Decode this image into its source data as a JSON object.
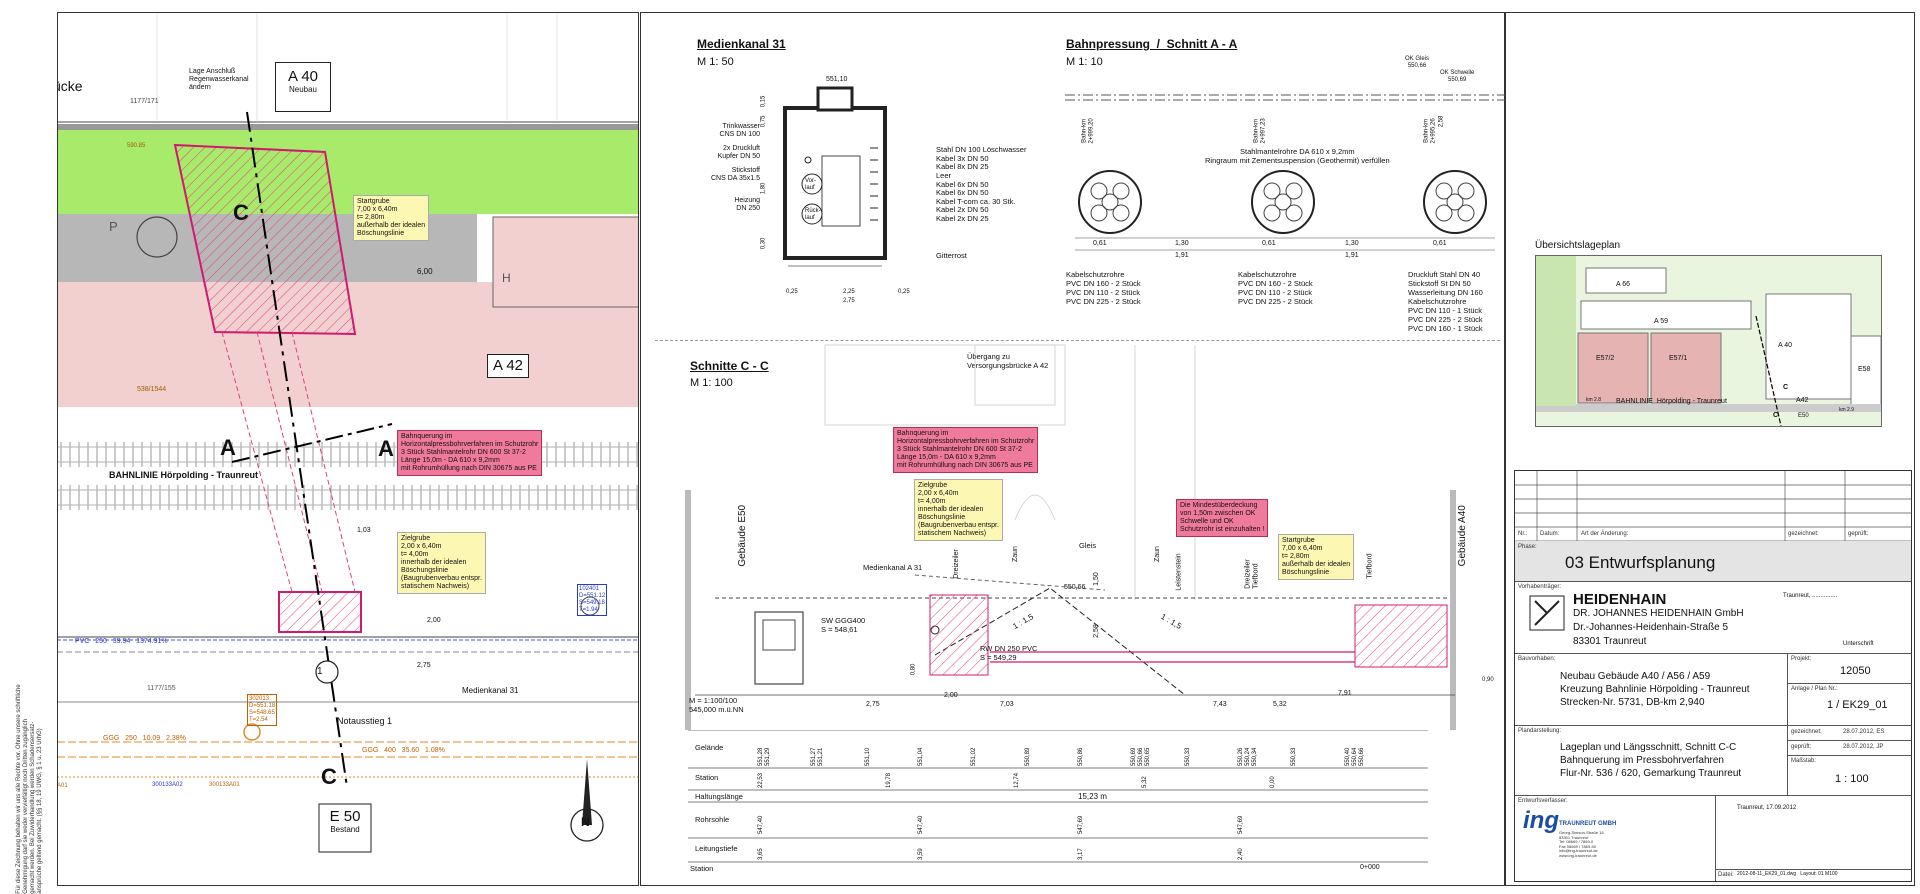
{
  "site_plan": {
    "labels": {
      "bruecke": "ücke",
      "lage": "Lage Anschluß\nRegenwasserkanal\nändern",
      "a40": "A 40",
      "neubau": "Neubau",
      "a42": "A 42",
      "e50": "E 50",
      "bestand": "Bestand",
      "bahnlinie": "BAHNLINIE Hörpolding - Traunreut",
      "notausstieg": "Notausstieg 1",
      "medienkanal": "Medienkanal 31",
      "c_top": "C",
      "c_bottom": "C",
      "a_left": "A",
      "a_right": "A",
      "p": "P",
      "h": "H",
      "dim_600": "6,00",
      "dim_200": "2,00",
      "dim_275": "2,75",
      "dim_103": "1,03",
      "ref_1177": "1177/171",
      "ref_1177b": "1177/155",
      "ref_538": "538/1544",
      "ref_590": "590.85",
      "pvc": "PVC   250   39.94   1374.91%",
      "ggg": "GGG   250   10.09   2.38%",
      "ggg2": "GGG   400   35.60   1.08%",
      "mark_1": "1",
      "code_a": "300133A02",
      "code_b": "300133A01",
      "code_c": "A01",
      "n_arrow": "N"
    },
    "notes": {
      "startgrube": "Startgrube\n7,00 x 6,40m\nt= 2,80m\naußerhalb der idealen\nBöschungslinie",
      "bahnquerung": "Bahnquerung im\nHorizontalpressbohrverfahren im Schutzrohr\n3 Stück Stahlmantelrohr DN 600 St 37-2\nLänge 15,0m - DA 610 x 9,2mm\nmit Rohrumhüllung nach DIN 30675 aus PE",
      "zielgrube": "Zielgrube\n2,00 x 6,40m\nt= 4,00m\ninnerhalb der idealen\nBöschungslinie\n(Baugrubenverbau entspr.\nstatischem Nachweis)",
      "blue_box": "102401\nD=551.12\nS=549.18\nT=1.94",
      "orange_box": "302013\nD=551.18\nS=548.65\nT=2.54"
    },
    "side_note": "Für diese Zeichnung behalten wir uns alle Rechte vor. Ohne unsere schriftliche\nGenehmigung darf sie weder vervielfältigt noch Dritten zugänglich\ngemacht werden. Bei Zuwiderhandlung werden Schadensersatz-\nansprüche geltend gemacht. (§§ 18, 19 UWG, § 1 u. 23 UrhG)"
  },
  "medienkanal": {
    "title": "Medienkanal 31",
    "scale": "M 1: 50",
    "level": "551,10",
    "left_labels": [
      "Trinkwasser\nCNS DN 100",
      "2x Druckluft\nKupfer DN 50",
      "Stickstoff\nCNS DA 35x1.5",
      "Heizung\nDN 250"
    ],
    "right_labels": [
      "Stahl DN 100 Löschwasser",
      "Kabel 3x DN 50",
      "Kabel 8x DN 25",
      "Leer",
      "Kabel 6x DN 50",
      "Kabel 6x DN 50",
      "Kabel T-com ca. 30 Stk.",
      "Kabel 2x DN 50",
      "Kabel 2x DN 25"
    ],
    "vorlauf": "Vor-\nlauf",
    "ruecklauf": "Rück-\nlauf",
    "gitterrost": "Gitterrost",
    "dims_bottom": [
      "0,25",
      "2,25",
      "0,25"
    ],
    "dim_total": "2,75",
    "dims_left": [
      "0,15",
      "0,75",
      "1,80",
      "0,30"
    ]
  },
  "bahnpressung": {
    "title": "Bahnpressung  /  Schnitt A - A",
    "scale": "M 1: 10",
    "ok_gleis": "OK Gleis\n550,66",
    "ok_schwelle": "OK Schwelle\n550,69",
    "dim_258": "2,58",
    "bahnkm": [
      "Bahn-km\n2+999,20",
      "Bahn-km\n2+997,23",
      "Bahn-km\n2+995,26"
    ],
    "stahl_note": "Stahlmantelrohre DA 610 x 9,2mm\nRingraum mit Zementsuspension (Geothermit) verfüllen",
    "dims_top": [
      "0,61",
      "1,30",
      "0,61",
      "1,30",
      "0,61"
    ],
    "dims_sum": [
      "1,91",
      "1,91"
    ],
    "pipe_labels": [
      "Kabelschutzrohre\nPVC DN 160 - 2 Stück\nPVC DN 110 - 2 Stück\nPVC DN 225 - 2 Stück",
      "Kabelschutzrohre\nPVC DN 160 - 2 Stück\nPVC DN 110 - 2 Stück\nPVC DN 225 - 2 Stück",
      "Druckluft Stahl DN 40\nStickstoff St DN 50\nWasserleitung DN 160\nKabelschutzrohre\nPVC DN 110 - 1 Stück\nPVC DN 225 - 2 Stück\nPVC DN 160 - 1 Stück"
    ]
  },
  "schnitt_cc": {
    "title": "Schnitte C - C",
    "scale": "M 1: 100",
    "uebergang": "Übergang zu\nVersorgungsbrücke A 42",
    "gebaeude_e50": "Gebäude E50",
    "gebaeude_a40": "Gebäude A40",
    "medienkanal": "Medienkanal A 31",
    "labels_vertical": [
      "Dreizeiler",
      "Zaun",
      "Zaun",
      "Leistenstein",
      "Dreizeiler\nTiefbord",
      "Tiefbord"
    ],
    "gleis": "Gleis",
    "level_55066": "550,66",
    "dim_150": "1,50",
    "dim_258": "2,58",
    "slope": "1 : 1,5",
    "slope2": "1 : 1,5",
    "sw": "SW GGG400\nS = 548,61",
    "rw": "RW DN 250 PVC\nS = 549,29",
    "dim_080": "0,80",
    "dim_090": "0,90",
    "dims": [
      "2,75",
      "2,00",
      "7,03",
      "7,43",
      "5,32",
      "7,91"
    ],
    "m_scale": "M = 1:100/100\n545,000 m.ü.NN",
    "note_bahnquerung": "Bahnquerung im\nHorizontalpressbohrverfahren im Schutzrohr\n3 Stück Stahlmantelrohr DN 600 St 37-2\nLänge 15,0m - DA 610 x 9,2mm\nmit Rohrumhüllung nach DIN 30675 aus PE",
    "note_zielgrube": "Zielgrube\n2,00 x 6,40m\nt= 4,00m\ninnerhalb der idealen\nBöschungslinie\n(Baugrubenverbau entspr.\nstatischem Nachweis)",
    "note_mindest": "Die Mindestüberdeckung\nvon 1,50m zwischen OK\nSchwelle und OK\nSchutzrohr ist einzuhalten !",
    "note_startgrube": "Startgrube\n7,00 x 6,40m\nt= 2,80m\naußerhalb der idealen\nBöschungslinie",
    "table_rows": [
      "Gelände",
      "Station",
      "Haltungslänge",
      "Rohrsohle",
      "Leitungstiefe",
      "Station"
    ],
    "haltungslaenge": "15,23 m",
    "station_end": "0+000",
    "gelaende_vals": [
      "551,28\n551,29",
      "551,27\n551,21",
      "551,10",
      "551,04",
      "551,02",
      "550,89",
      "550,86",
      "550,69\n550,66\n550,65",
      "550,33",
      "550,26\n550,24\n550,34",
      "550,33",
      "550,40\n550,64\n550,66"
    ],
    "station_vals": [
      "22,53",
      "19,78",
      "12,74",
      "5,32",
      "0,00"
    ],
    "rohrsohle_vals": [
      "547,40",
      "547,40",
      "547,69",
      "547,69"
    ],
    "leitungstiefe_vals": [
      "3,65",
      "3,59",
      "3,17",
      "2,40"
    ]
  },
  "uebersicht": {
    "title": "Übersichtslageplan",
    "labels": [
      "A 66",
      "A 59",
      "E57/2",
      "E57/1",
      "A 40",
      "E58",
      "A42",
      "BAHNLINIE  Hörpolding - Traunreut",
      "C",
      "C",
      "E50",
      "km 2.8",
      "km 2.9"
    ]
  },
  "title_block": {
    "rev_labels": [
      "Nr.:",
      "Datum:",
      "Art der Änderung:",
      "gezeichnet:",
      "geprüft:"
    ],
    "phase_label": "Phase:",
    "phase": "03 Entwurfsplanung",
    "vorhabentraeger_label": "Vorhabenträger:",
    "company": "HEIDENHAIN",
    "company_full": "DR. JOHANNES HEIDENHAIN GmbH",
    "street": "Dr.-Johannes-Heidenhain-Straße 5",
    "city": "83301 Traunreut",
    "traunreut_date": "Traunreut, ...............",
    "unterschrift": "Unterschrift",
    "bauvorhaben_label": "Bauvorhaben:",
    "bauvorhaben": "Neubau Gebäude A40 / A56 / A59\nKreuzung Bahnlinie Hörpolding - Traunreut\nStrecken-Nr. 5731, DB-km 2,940",
    "projekt_label": "Projekt:",
    "projekt": "12050",
    "anlage_label": "Anlage / Plan Nr.:",
    "anlage": "1 / EK29_01",
    "plandarstellung_label": "Plandarstellung:",
    "plandarstellung": "Lageplan und Längsschnitt, Schnitt C-C\nBahnquerung im Pressbohrverfahren\nFlur-Nr. 536 / 620, Gemarkung Traunreut",
    "gezeichnet_label": "gezeichnet:",
    "gezeichnet": "28.07.2012, ES",
    "geprueft_label": "geprüft:",
    "geprueft": "28.07.2012, JP",
    "massstab_label": "Maßstab:",
    "massstab": "1 : 100",
    "entwurf_label": "Entwurfsverfasser:",
    "ing_logo": "ing",
    "ing_name": "TRAUNREUT GMBH",
    "ing_address": "Georg-Simson-Straße 16\n83301 Traunreut\nTel. 08669 / 7869-0\nFax 08669 / 7869-50\ninfo@ing-traunreut.de\nwww.ing-traunreut.de",
    "traunreut_sign": "Traunreut, 17.09.2012",
    "datei_label": "Datei:",
    "datei": "2012-08-11_EK29_01.dwg   Layout: 01 M100"
  }
}
